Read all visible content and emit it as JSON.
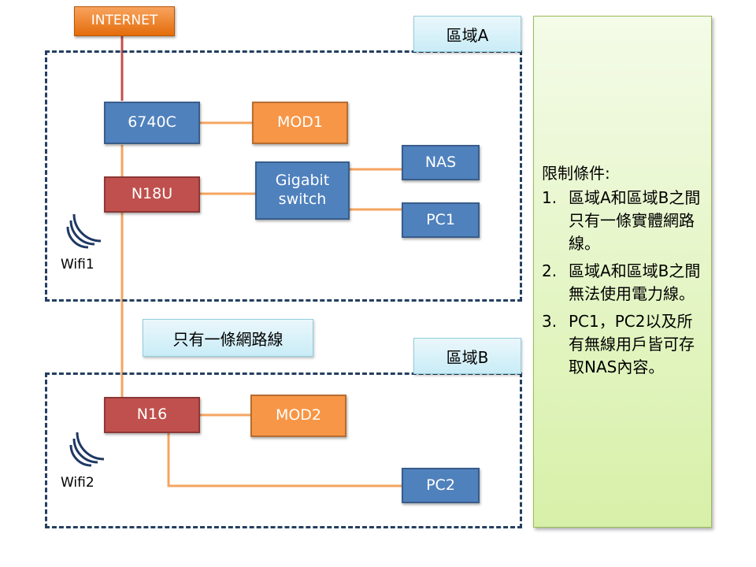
{
  "nodes": {
    "internet": "INTERNET",
    "router_6740c": "6740C",
    "mod1": "MOD1",
    "n18u": "N18U",
    "gigabit_switch_line1": "Gigabit",
    "gigabit_switch_line2": "switch",
    "nas": "NAS",
    "pc1": "PC1",
    "n16": "N16",
    "mod2": "MOD2",
    "pc2": "PC2"
  },
  "regions": {
    "a_label": "區域A",
    "b_label": "區域B"
  },
  "wifi": {
    "wifi1_label": "Wifi1",
    "wifi2_label": "Wifi2"
  },
  "cable_note": "只有一條網路線",
  "constraints": {
    "title": "限制條件:",
    "items": [
      {
        "num": "1.",
        "text": "區域A和區域B之間只有一條實體網路線。"
      },
      {
        "num": "2.",
        "text": "區域A和區域B之間無法使用電力線。"
      },
      {
        "num": "3.",
        "text": "PC1，PC2以及所有無線用戶皆可存取NAS內容。"
      }
    ]
  },
  "colors": {
    "blue_node": "#4f81bd",
    "red_node": "#c0504d",
    "orange_node": "#f79646",
    "link_orange": "#f4a460",
    "link_internet": "#c0504d",
    "region_border": "#243f60",
    "notes_bg": "#d7f0a8"
  }
}
